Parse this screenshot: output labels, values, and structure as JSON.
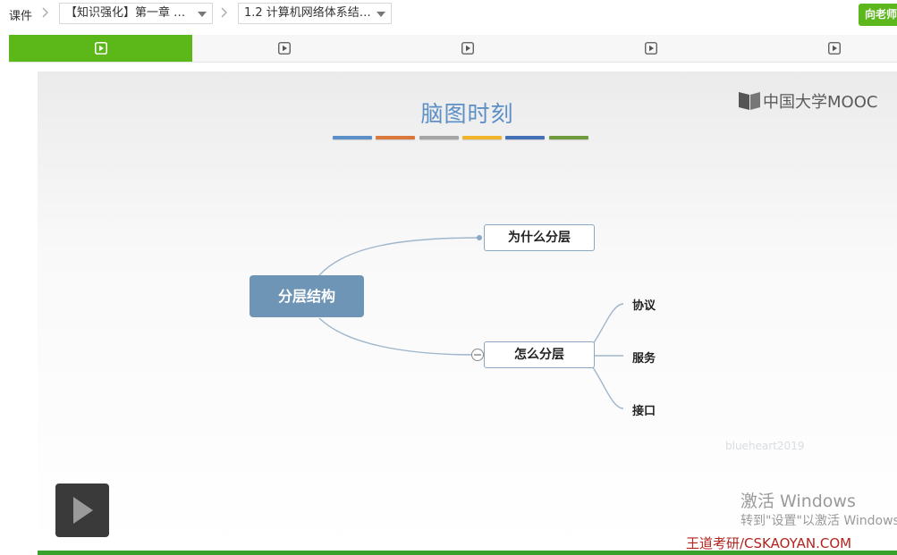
{
  "breadcrumb": {
    "root_label": "课件",
    "chapter_select": "【知识强化】第一章 …",
    "lesson_select": "1.2 计算机网络体系结…",
    "teacher_button": "向老师"
  },
  "tabs": [
    {
      "active": true,
      "icon": "play-icon"
    },
    {
      "active": false,
      "icon": "play-icon"
    },
    {
      "active": false,
      "icon": "play-icon"
    },
    {
      "active": false,
      "icon": "play-icon"
    },
    {
      "active": false,
      "icon": "play-icon"
    }
  ],
  "video": {
    "slide_title": "脑图时刻",
    "logo_text": "中国大学MOOC",
    "title_bar_colors": [
      "#5b8fc7",
      "#d9783a",
      "#a5a5a5",
      "#f0b429",
      "#4470b7",
      "#6f9a3e"
    ],
    "mindmap": {
      "root": "分层结构",
      "branch_why": "为什么分层",
      "branch_how": "怎么分层",
      "leaves": [
        "协议",
        "服务",
        "接口"
      ]
    },
    "user_watermark": "blueheart2019",
    "windows_activation_title": "激活 Windows",
    "windows_activation_sub": "转到\"设置\"以激活 Windows。",
    "site_watermark": "王道考研/CSKAOYAN.COM",
    "play_button_icon": "play-icon",
    "accent_green": "#5cb719"
  }
}
